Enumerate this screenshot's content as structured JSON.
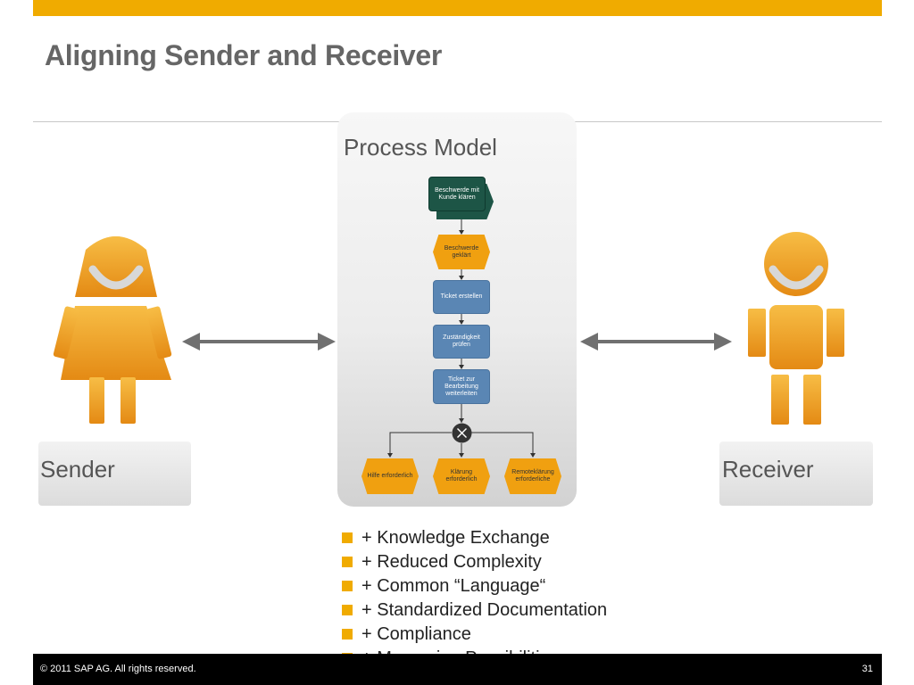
{
  "slide": {
    "title": "Aligning Sender and Receiver",
    "footer": {
      "copyright": "© 2011 SAP AG. All rights reserved.",
      "page_number": "31"
    }
  },
  "colors": {
    "accent": "#f0ab00",
    "task": "#5a86b4",
    "event": "#f0a010",
    "start": "#1d5546",
    "figure": "#f0a020"
  },
  "process_model": {
    "title": "Process Model",
    "nodes": {
      "start": "Beschwerde mit Kunde klären",
      "event_resolved": "Beschwerde geklärt",
      "task_ticket": "Ticket erstellen",
      "task_responsibility": "Zuständigkeit prüfen",
      "task_forward": "Ticket zur Bearbeitung weiterleiten",
      "gateway": "xor-gateway-icon",
      "event_help": "Hilfe erforderlich",
      "event_clarification": "Klärung erforderlich",
      "event_remote": "Remoteklärung erforderliche"
    }
  },
  "roles": {
    "sender": "Sender",
    "receiver": "Receiver"
  },
  "icons": {
    "sender_figure": "female-person-icon",
    "receiver_figure": "male-person-icon",
    "arrows": "double-arrow-icon"
  },
  "benefits": [
    "+ Knowledge Exchange",
    "+ Reduced Complexity",
    "+ Common “Language“",
    "+ Standardized Documentation",
    "+ Compliance",
    "+ Measuring Possibilities"
  ]
}
